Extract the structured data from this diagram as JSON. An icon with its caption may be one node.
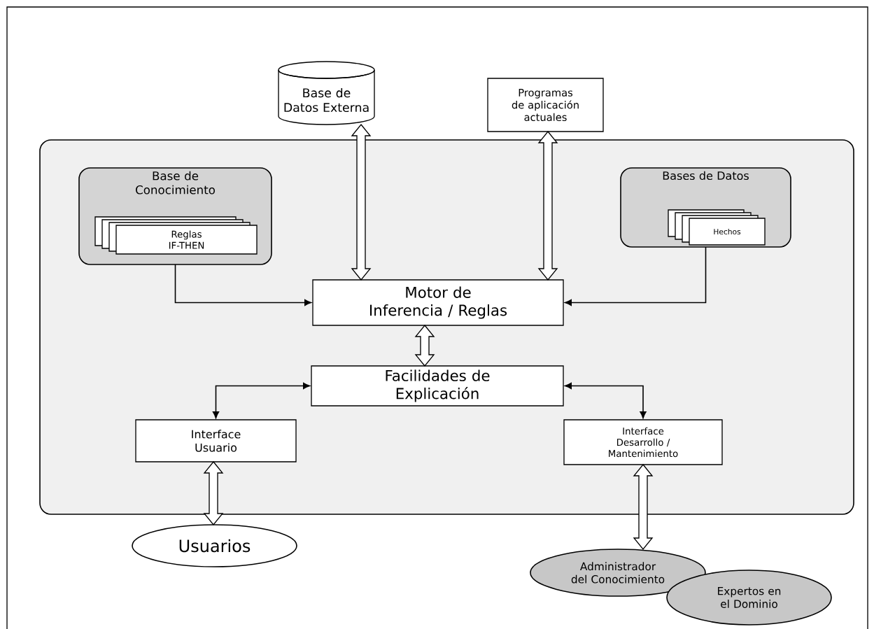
{
  "diagram": {
    "nodes": [
      {
        "text": [
          "Base de Datos Externa"
        ]
      },
      {
        "text": [
          "Programas de aplicación actuales"
        ]
      },
      {
        "text": [],
        "shape": "box"
      },
      {
        "text": [
          "Base de Conocimiento"
        ],
        "in": 2
      },
      {
        "text": [
          "Reglas IF-THEN"
        ],
        "in": 3
      },
      {
        "text": [
          "Bases de Datos"
        ],
        "in": 2
      },
      {
        "text": [
          "Hechos"
        ],
        "in": 5
      },
      {
        "text": [
          "Motor de Inferencia / Reglas"
        ],
        "in": 2
      },
      {
        "text": [
          "Facilidades de Explicación"
        ],
        "in": 2
      },
      {
        "text": [
          "Interface Usuario"
        ],
        "in": 2
      },
      {
        "text": [
          "Interface Desarrollo / Mantenimiento"
        ],
        "in": 2
      },
      {
        "text": [
          "Usuarios"
        ]
      },
      {
        "text": [
          "Administrador del Conocimiento"
        ]
      },
      {
        "text": [
          "Expertos en el Dominio"
        ]
      }
    ],
    "edges": [
      {
        "from": 0,
        "to": 7,
        "arrow": "both",
        "style": "thick"
      },
      {
        "from": 1,
        "to": 7,
        "arrow": "both",
        "style": "thick"
      },
      {
        "from": 3,
        "to": 7,
        "arrow": "to"
      },
      {
        "from": 5,
        "to": 7,
        "arrow": "to"
      },
      {
        "from": 7,
        "to": 8,
        "arrow": "both",
        "style": "thick"
      },
      {
        "from": 8,
        "to": 9,
        "arrow": "both"
      },
      {
        "from": 8,
        "to": 10,
        "arrow": "both"
      },
      {
        "from": 9,
        "to": 11,
        "arrow": "both",
        "style": "thick"
      },
      {
        "from": 10,
        "to": 12,
        "arrow": "both",
        "style": "thick"
      }
    ]
  }
}
